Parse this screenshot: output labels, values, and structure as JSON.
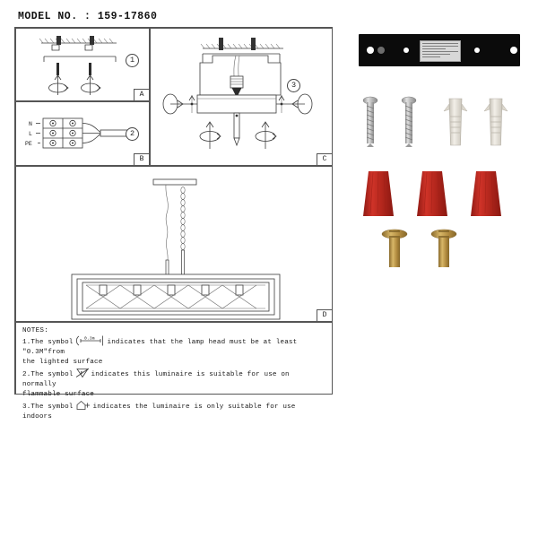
{
  "document": {
    "model_label": "MODEL NO. : 159-17860",
    "model_number": "159-17860"
  },
  "panels": [
    {
      "id": "A",
      "tag": "A",
      "step_marker": "1",
      "name": "ceiling-screw-mounting"
    },
    {
      "id": "B",
      "tag": "B",
      "step_marker": "2",
      "name": "terminal-block-wiring"
    },
    {
      "id": "C",
      "tag": "C",
      "step_marker": "3",
      "name": "canopy-bracket-assembly"
    },
    {
      "id": "D",
      "tag": "D",
      "step_marker": "",
      "name": "assembled-pendant-fixture"
    }
  ],
  "terminal_block": {
    "labels": [
      "N",
      "L",
      "PE"
    ]
  },
  "notes": {
    "heading": "NOTES:",
    "items": [
      {
        "number": "1.",
        "text_before": "The symbol",
        "symbol": "min-distance-0.3m-symbol",
        "symbol_value": "0.3m",
        "text_after": "indicates that the lamp head must be at least \"0.3M\"from",
        "continuation": "the lighted surface"
      },
      {
        "number": "2.",
        "text_before": "The symbol",
        "symbol": "f-mark-triangle-symbol",
        "symbol_value": "F",
        "text_after": "indicates this luminaire is suitable for use on normally",
        "continuation": "flammable surface"
      },
      {
        "number": "3.",
        "text_before": "The symbol",
        "symbol": "indoor-use-house-symbol",
        "symbol_value": "",
        "text_after": "indicates the luminaire is only suitable for use indoors",
        "continuation": ""
      }
    ]
  },
  "hardware": {
    "mounting_bar": {
      "name": "black-mounting-bar",
      "holes": 5,
      "has_spec_label": true
    },
    "parts": [
      {
        "name": "wood-screw",
        "count": 2,
        "color": "#b8b8b8"
      },
      {
        "name": "wall-anchor",
        "count": 2,
        "color": "#dedad2"
      },
      {
        "name": "wire-nut",
        "count": 3,
        "color": "#c0281f"
      },
      {
        "name": "machine-screw",
        "count": 2,
        "color": "#b08a3e"
      }
    ]
  },
  "colors": {
    "line": "#3b3b3b",
    "bar": "#0b0b0b",
    "wire_nut_red": "#c0281f",
    "brass": "#b08a3e",
    "steel": "#b8b8b8",
    "anchor": "#dedad2"
  }
}
